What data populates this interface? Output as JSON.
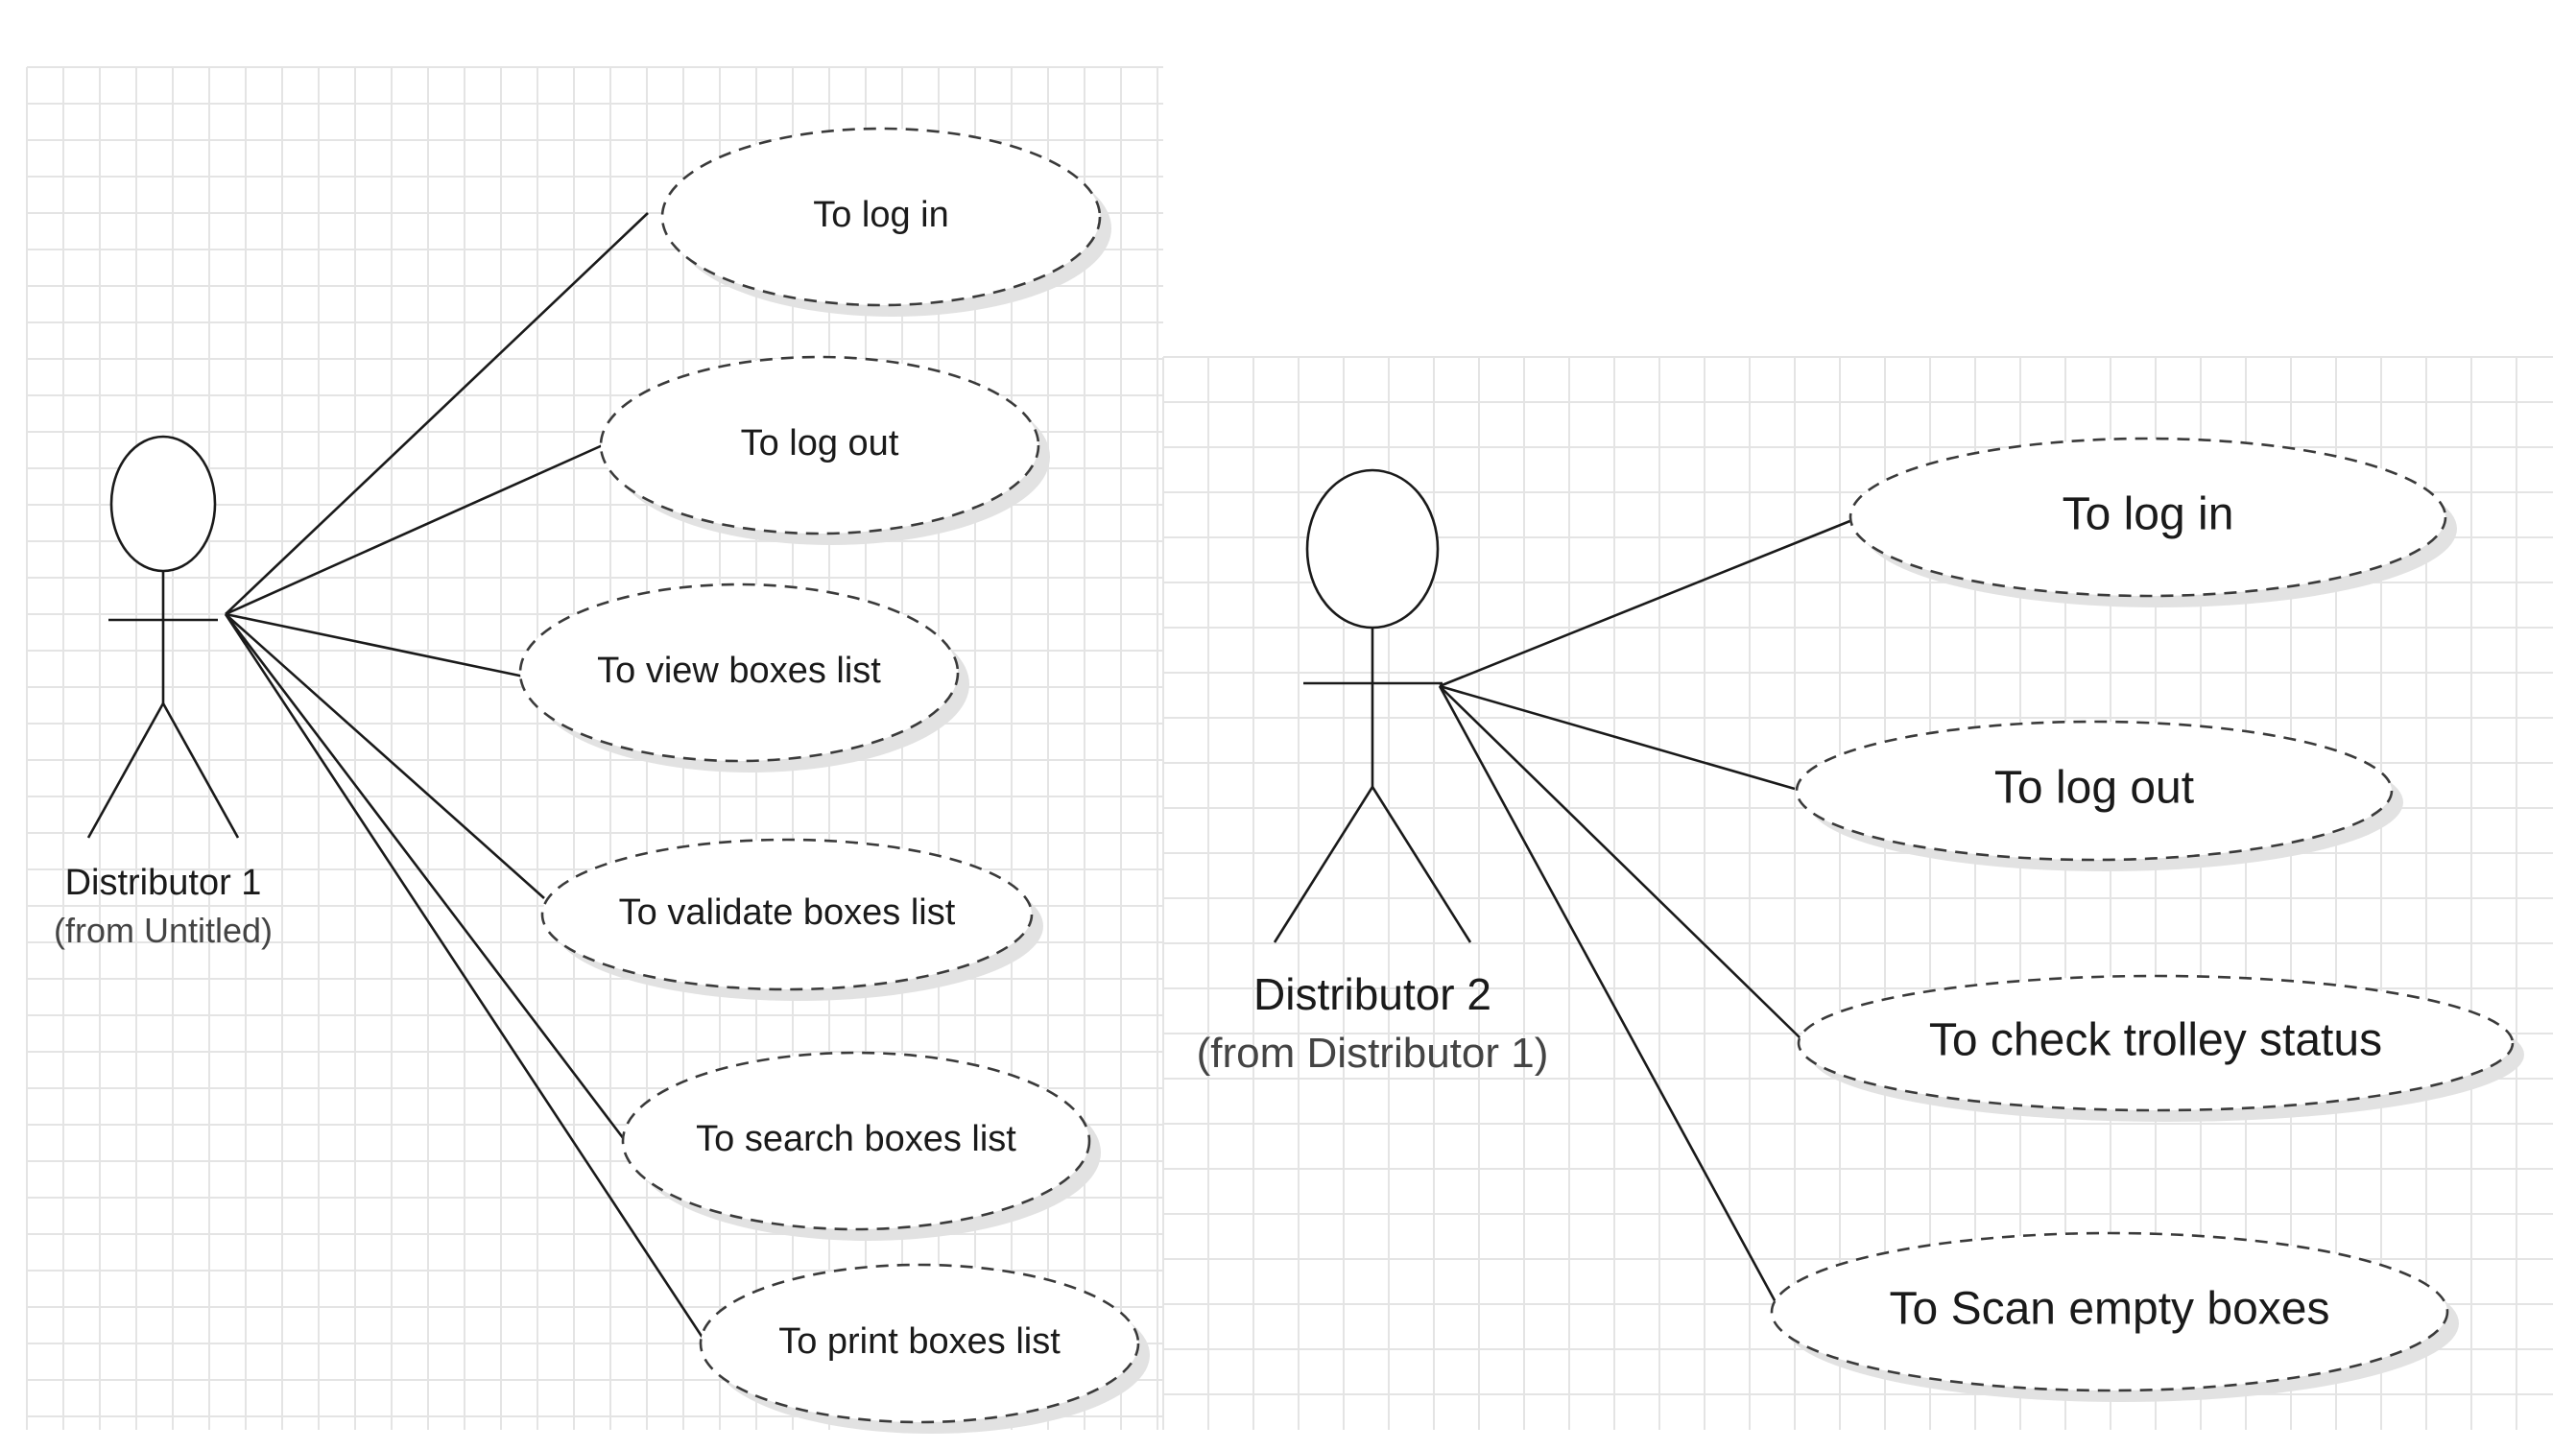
{
  "diagram": {
    "left": {
      "actor": {
        "name": "Distributor 1",
        "origin": "(from Untitled)"
      },
      "use_cases": [
        "To log in",
        "To log out",
        "To view boxes list",
        "To validate boxes list",
        "To search boxes list",
        "To print boxes list"
      ]
    },
    "right": {
      "actor": {
        "name": "Distributor 2",
        "origin": "(from Distributor 1)"
      },
      "use_cases": [
        "To log in",
        "To log out",
        "To check trolley status",
        "To Scan empty boxes"
      ]
    }
  }
}
